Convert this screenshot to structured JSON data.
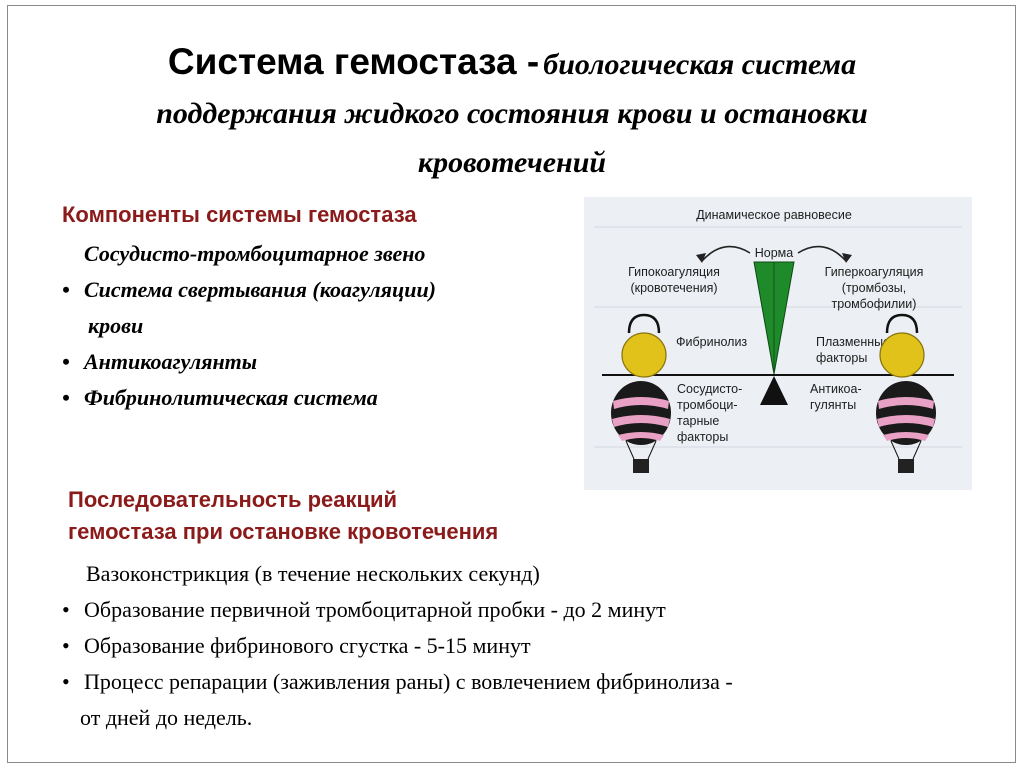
{
  "title": {
    "bold": "Система гемостаза -",
    "italic_line1": "биологическая система",
    "italic_line2": "поддержания жидкого состояния крови и остановки",
    "italic_line3": "кровотечений"
  },
  "components": {
    "heading": "Компоненты системы гемостаза",
    "items": [
      {
        "text": "Сосудисто-тромбоцитарное звено",
        "bullet": ""
      },
      {
        "text": "Система свертывания (коагуляции)",
        "bullet": "•"
      },
      {
        "text": "крови",
        "bullet": ""
      },
      {
        "text": "Антикоагулянты",
        "bullet": "•"
      },
      {
        "text": "Фибринолитическая система",
        "bullet": "•"
      }
    ]
  },
  "sequence": {
    "heading_line1": "Последовательность реакций",
    "heading_line2": "гемостаза при остановке кровотечения",
    "items": [
      {
        "text": "Вазоконстрикция (в течение нескольких секунд)",
        "bullet": ""
      },
      {
        "text": "Образование первичной тромбоцитарной пробки  - до 2 минут",
        "bullet": "•"
      },
      {
        "text": "Образование фибринового сгустка - 5-15 минут",
        "bullet": "•"
      },
      {
        "text": "Процесс репарации (заживления раны) с вовлечением фибринолиза -",
        "bullet": "•"
      },
      {
        "text": "от дней до недель.",
        "bullet": ""
      }
    ]
  },
  "diagram": {
    "top_label": "Динамическое равновесие",
    "norm": "Норма",
    "left_label_1": "Гипокоагуляция",
    "left_label_2": "(кровотечения)",
    "right_label_1": "Гиперкоагуляция",
    "right_label_2": "(тромбозы,",
    "right_label_3": "тромбофилии)",
    "fibrinolysis": "Фибринолиз",
    "plasma_1": "Плазменные",
    "plasma_2": "факторы",
    "vascular_1": "Сосудисто-",
    "vascular_2": "тромбоци-",
    "vascular_3": "тарные",
    "vascular_4": "факторы",
    "anticoag_1": "Антикоа-",
    "anticoag_2": "гулянты",
    "colors": {
      "needle": "#1f8a2a",
      "weight": "#e0c21a",
      "balloon_dark": "#1a1a1a",
      "balloon_pink": "#e8a0c4",
      "heading": "#8b1a1a"
    }
  }
}
